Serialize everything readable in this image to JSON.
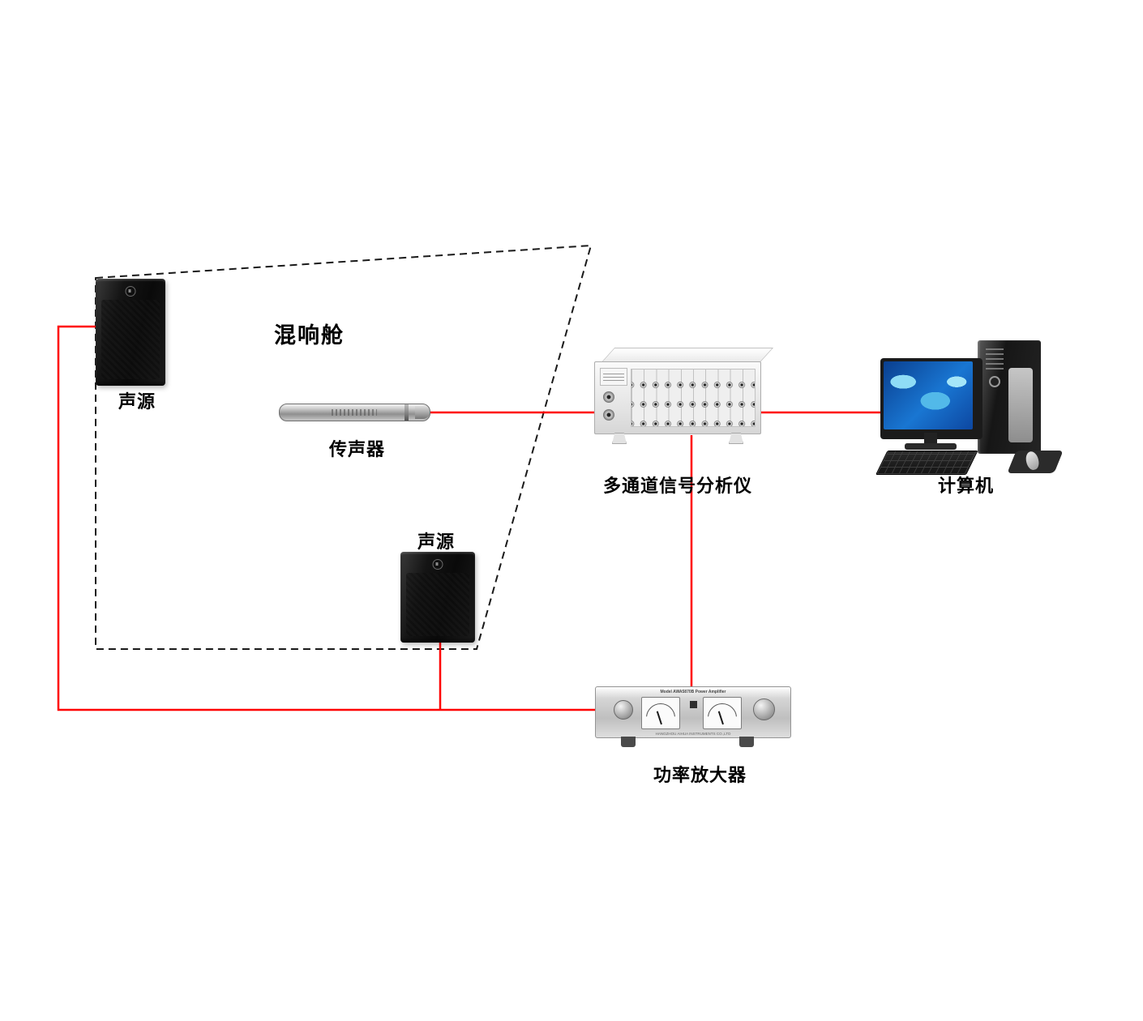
{
  "colors": {
    "cable": "#ff0000",
    "outline": "#1a1a1a"
  },
  "labels": {
    "chamber": "混响舱",
    "speaker1": "声源",
    "speaker2": "声源",
    "microphone": "传声器",
    "analyzer": "多通道信号分析仪",
    "computer": "计算机",
    "amplifier": "功率放大器"
  },
  "amplifier": {
    "model_text": "Model AWA5870B Power Amplifier",
    "brand_text": "HANGZHOU AIHUA INSTRUMENTS CO.,LTD"
  }
}
